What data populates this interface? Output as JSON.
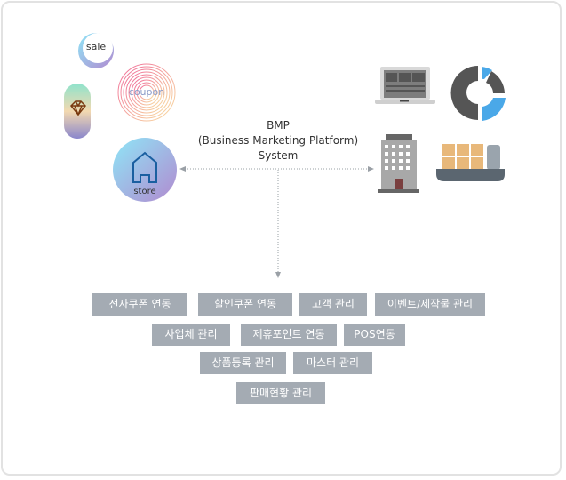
{
  "title": {
    "line1": "BMP",
    "line2": "(Business Marketing Platform)",
    "line3": "System"
  },
  "icons": {
    "sale_label": "sale",
    "coupon_label": "coupon",
    "store_label": "store"
  },
  "features": [
    "전자쿠폰 연동",
    "할인쿠폰 연동",
    "고객 관리",
    "이벤트/제작물 관리",
    "사업체 관리",
    "제휴포인트 연동",
    "POS연동",
    "상품등록 관리",
    "마스터 관리",
    "판매현황 관리"
  ],
  "colors": {
    "tag_bg": "#a4abb3",
    "accent_blue": "#4aa8e8",
    "dark_gray": "#555555"
  }
}
